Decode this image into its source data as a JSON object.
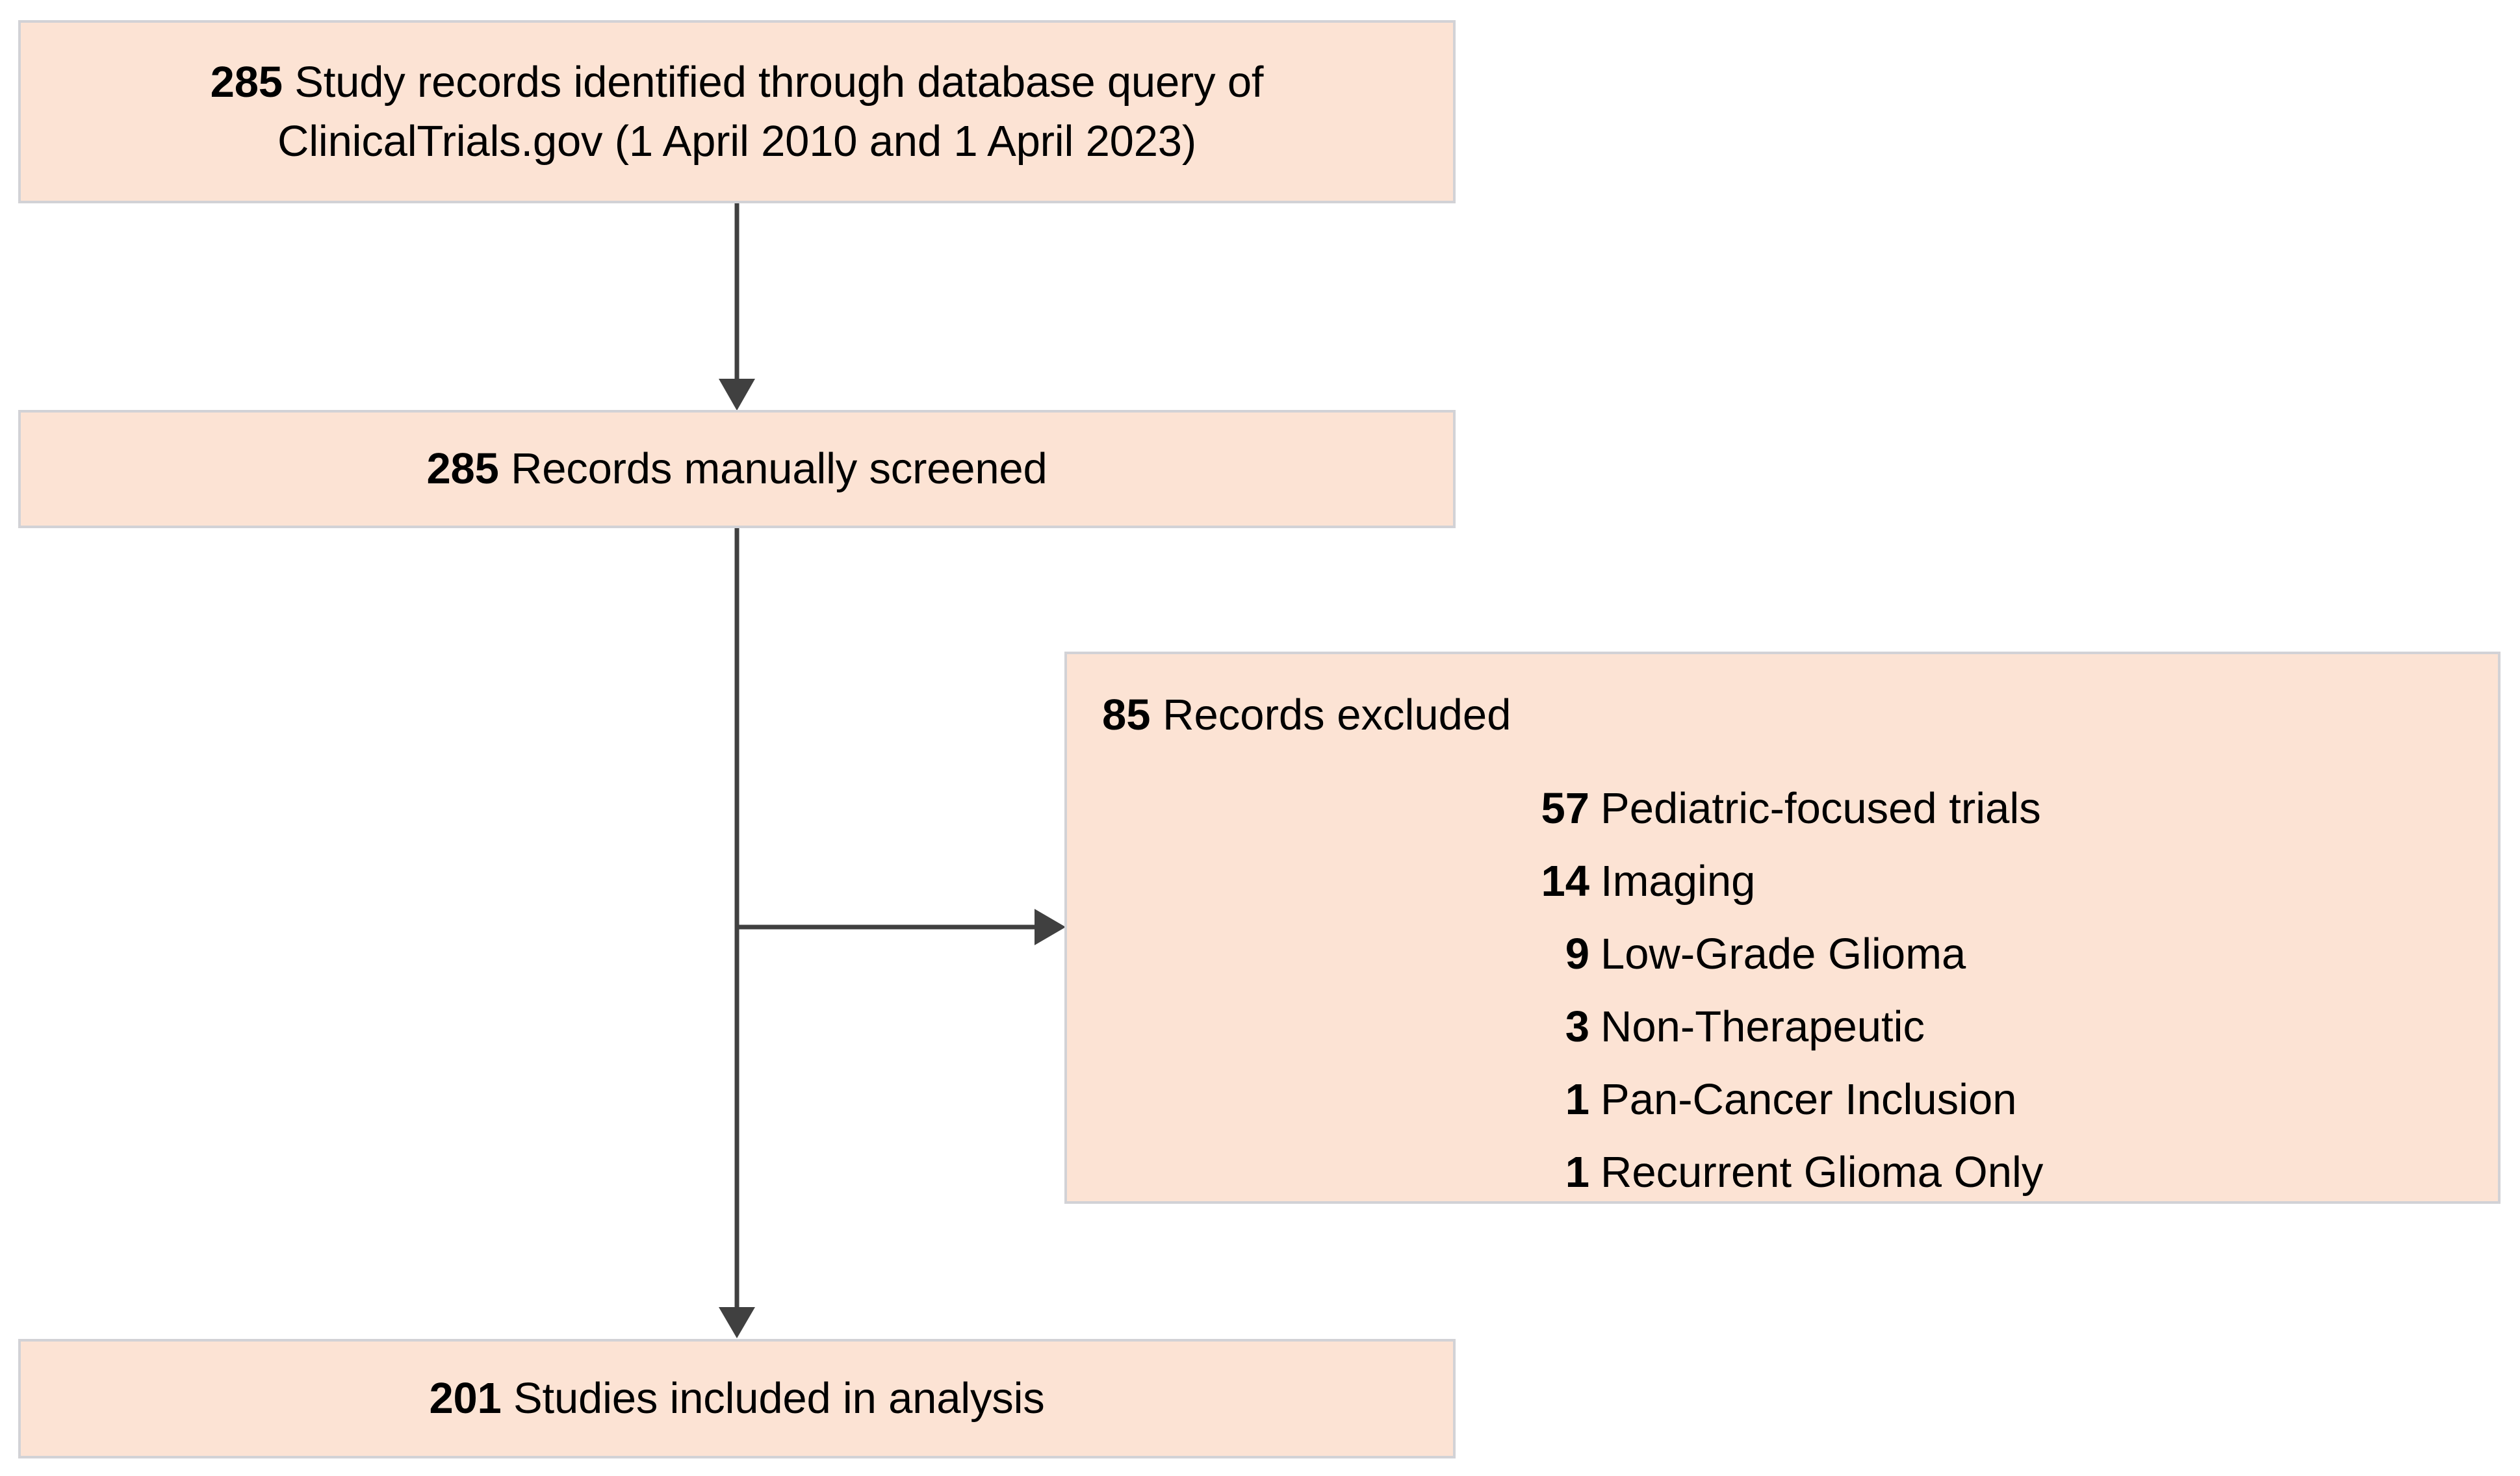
{
  "diagram": {
    "type": "prisma-flow-diagram",
    "box_fill_color": "#fce3d4",
    "box_border_color": "#d2d2d6",
    "connector_color": "#404040",
    "text_color": "#000000",
    "boxes": {
      "identified": {
        "count": "285",
        "text": "Study records identified through database query of ClinicalTrials.gov (1 April 2010 and 1 April 2023)",
        "line1_count": "285",
        "line1_text": "Study records identified through database query of",
        "line2_text": "ClinicalTrials.gov (1 April 2010 and 1 April 2023)"
      },
      "screened": {
        "count": "285",
        "text": "Records manually screened"
      },
      "excluded": {
        "count": "85",
        "text": "Records excluded",
        "reasons": [
          {
            "count": "57",
            "label": "Pediatric-focused trials"
          },
          {
            "count": "14",
            "label": "Imaging"
          },
          {
            "count": "9",
            "label": "Low-Grade Glioma"
          },
          {
            "count": "3",
            "label": "Non-Therapeutic"
          },
          {
            "count": "1",
            "label": "Pan-Cancer Inclusion"
          },
          {
            "count": "1",
            "label": "Recurrent Glioma Only"
          }
        ]
      },
      "included": {
        "count": "201",
        "text": "Studies included in analysis"
      }
    }
  }
}
